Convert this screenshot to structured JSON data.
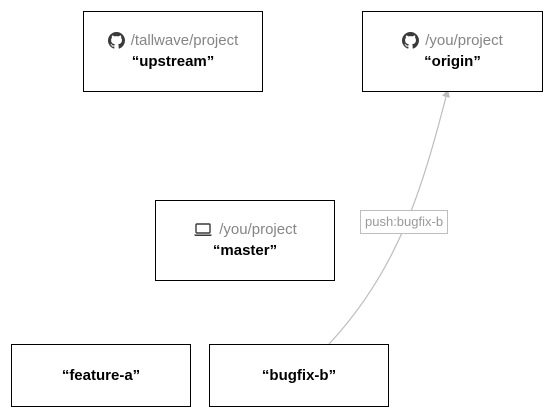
{
  "nodes": {
    "upstream": {
      "path": "/tallwave/project",
      "name": "“upstream”",
      "icon": "github-icon"
    },
    "origin": {
      "path": "/you/project",
      "name": "“origin”",
      "icon": "github-icon"
    },
    "master": {
      "path": "/you/project",
      "name": "“master”",
      "icon": "laptop-icon"
    },
    "feature_a": {
      "name": "“feature-a”"
    },
    "bugfix_b": {
      "name": "“bugfix-b”"
    }
  },
  "edges": [
    {
      "from": "bugfix_b",
      "to": "origin",
      "label": "push:bugfix-b"
    }
  ],
  "colors": {
    "border": "#000000",
    "path_text": "#858585",
    "edge_line": "#bdbdbd",
    "edge_label_text": "#9a9a9a"
  }
}
